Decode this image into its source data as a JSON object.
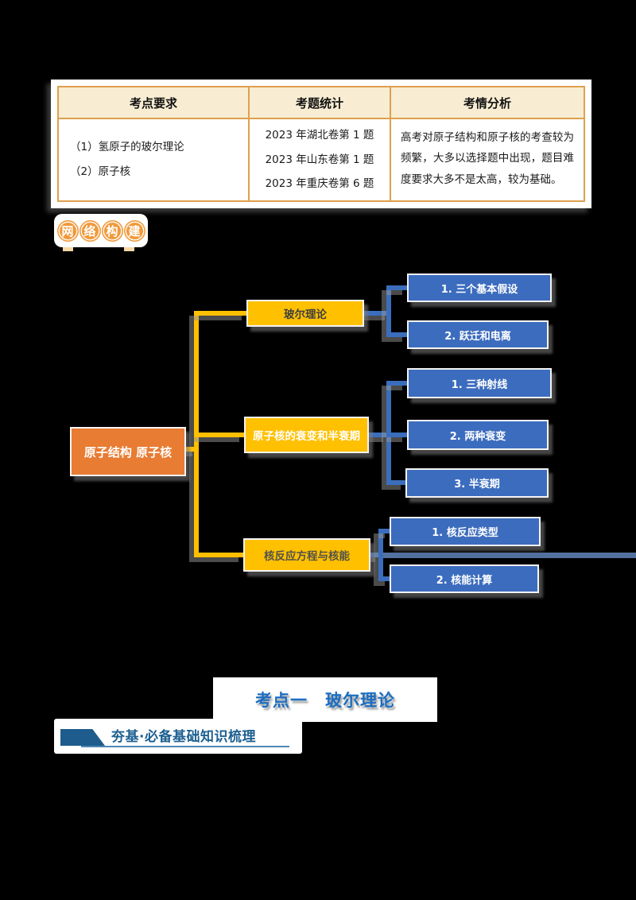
{
  "table": {
    "headers": [
      "考点要求",
      "考题统计",
      "考情分析"
    ],
    "row": {
      "requirements": [
        "（1）氢原子的玻尔理论",
        "（2）原子核"
      ],
      "stats": [
        "2023 年湖北卷第 1 题",
        "2023 年山东卷第 1 题",
        "2023 年重庆卷第 6 题"
      ],
      "analysis": "高考对原子结构和原子核的考查较为频繁，大多以选择题中出现，题目难度要求大多不是太高，较为基础。"
    }
  },
  "badge": {
    "chars": [
      "网",
      "络",
      "构",
      "建"
    ]
  },
  "mindmap": {
    "root": "原子结构 原子核",
    "branches": [
      {
        "label": "玻尔理论",
        "children": [
          "1. 三个基本假设",
          "2. 跃迁和电离"
        ]
      },
      {
        "label": "原子核的衰变和半衰期",
        "children": [
          "1. 三种射线",
          "2. 两种衰变",
          "3. 半衰期"
        ]
      },
      {
        "label": "核反应方程与核能",
        "children": [
          "1. 核反应类型",
          "2. 核能计算"
        ]
      }
    ]
  },
  "section": {
    "topic_title": "考点一　玻尔理论",
    "subheader": "夯基·必备基础知识梳理"
  },
  "colors": {
    "table_border": "#dfa04d",
    "table_header_bg": "#f8edd3",
    "badge_orange": "#f0993a",
    "root_orange": "#e87c33",
    "branch_yellow": "#ffc000",
    "child_blue": "#3c6cbe",
    "connector_blue": "#3a6ebc",
    "long_line_steel": "#53719f",
    "title_blue": "#1b6ec2",
    "subheader_blue": "#1d6090"
  }
}
